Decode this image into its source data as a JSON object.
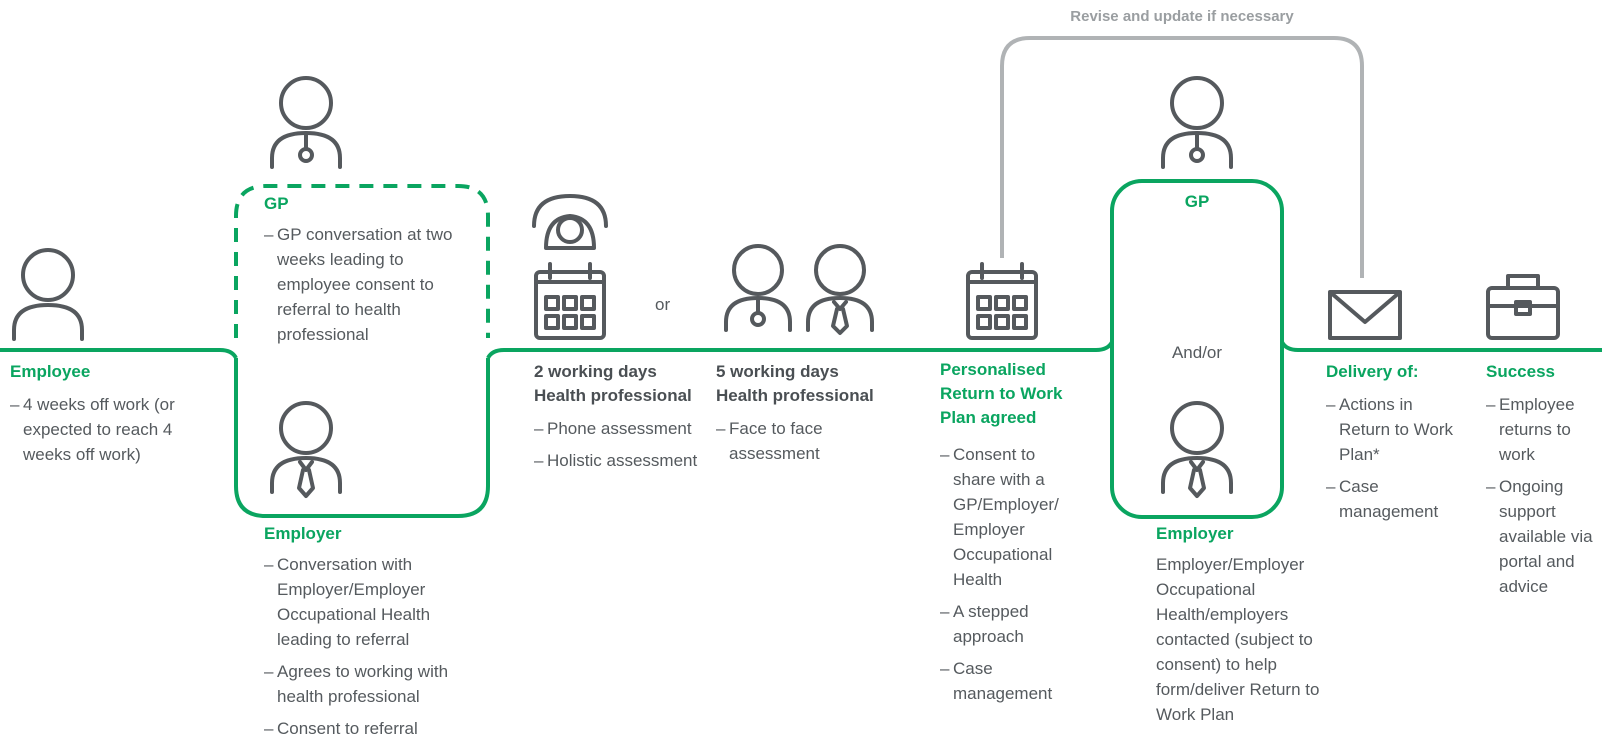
{
  "colors": {
    "accent": "#0aa560",
    "icon": "#55595d",
    "text": "#555a5e",
    "loop": "#b0b3b5"
  },
  "loop_label": "Revise and update if necessary",
  "or_label": "or",
  "andor_label": "And/or",
  "dash": "–",
  "steps": {
    "employee": {
      "icon": "person-icon",
      "heading": "Employee",
      "items": [
        "4 weeks off work (or expected to reach 4 weeks off work)"
      ]
    },
    "gp1": {
      "icon": "doctor-icon",
      "heading": "GP",
      "items": [
        "GP conversation at two weeks leading to employee consent to referral to health professional"
      ]
    },
    "employer1": {
      "icon": "employer-icon",
      "heading": "Employer",
      "items": [
        "Conversation with Employer/Employer Occupational Health leading to referral",
        "Agrees to working with health professional",
        "Consent to referral"
      ]
    },
    "phone": {
      "icon": "phone-calendar-icon",
      "heading_lines": [
        "2 working days",
        "Health professional"
      ],
      "items": [
        "Phone assessment",
        "Holistic assessment"
      ]
    },
    "face": {
      "icon": "two-people-icon",
      "heading_lines": [
        "5 working days",
        "Health professional"
      ],
      "items": [
        "Face to face assessment"
      ]
    },
    "plan": {
      "icon": "calendar-icon",
      "heading": "Personalised Return to Work Plan agreed",
      "items": [
        "Consent to share with a GP/Employer/ Employer Occupational Health",
        "A stepped approach",
        "Case management"
      ]
    },
    "gp2": {
      "icon": "doctor-icon",
      "heading": "GP"
    },
    "employer2": {
      "icon": "employer-icon",
      "heading": "Employer",
      "body": "Employer/Employer Occupational Health/employers contacted (subject to consent) to help form/deliver Return to Work Plan"
    },
    "delivery": {
      "icon": "envelope-icon",
      "heading": "Delivery of:",
      "items": [
        "Actions in Return to Work Plan*",
        "Case management"
      ]
    },
    "success": {
      "icon": "briefcase-icon",
      "heading": "Success",
      "items": [
        "Employee returns to work",
        "Ongoing support available via portal and advice"
      ]
    }
  }
}
